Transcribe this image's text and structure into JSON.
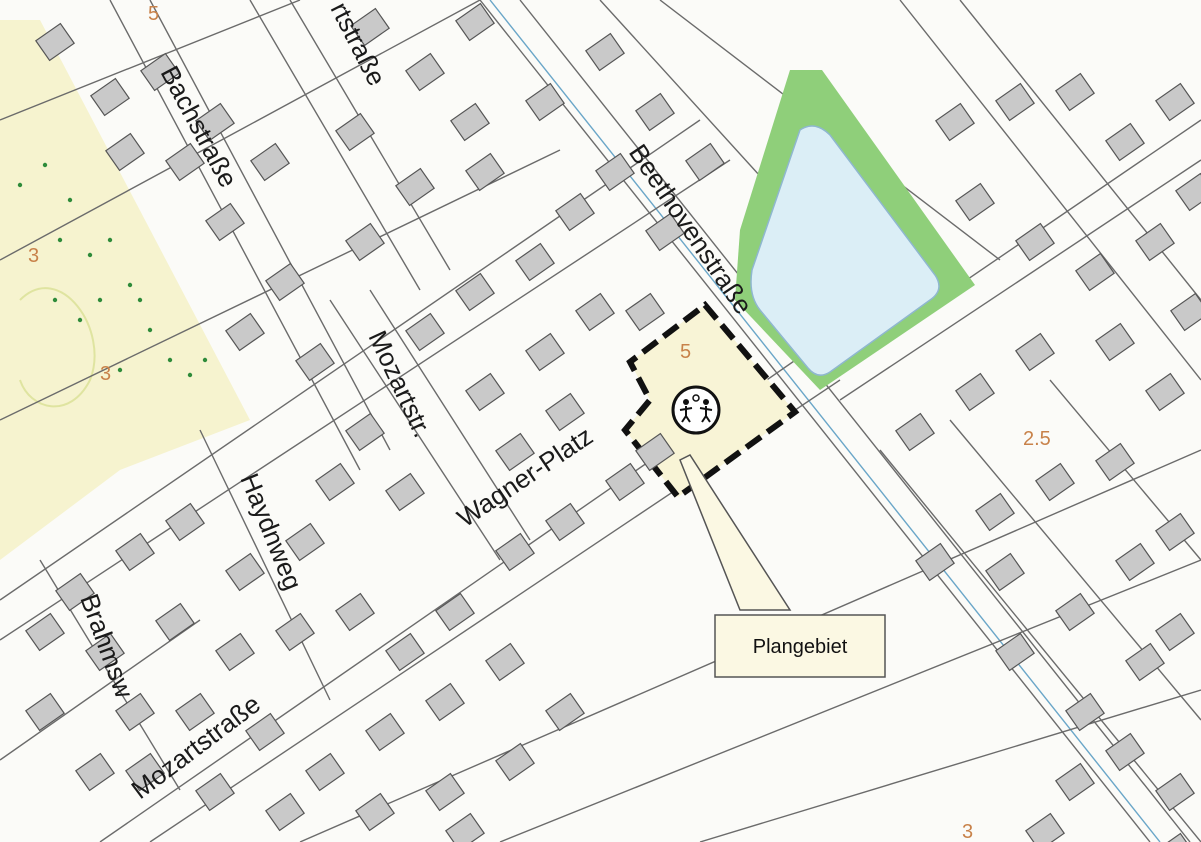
{
  "map": {
    "colors": {
      "background": "#fbfbf8",
      "forest_fill": "#f6f3cf",
      "forest_dots": "#2e8b3a",
      "parcel_line": "#6b6b6b",
      "building_fill": "#c9c9c9",
      "building_stroke": "#555555",
      "water_fill": "#dbeef6",
      "water_line": "#6aa6c8",
      "green_fill": "#8fcf7a",
      "plan_fill": "#f8f4d6",
      "plan_border": "#111111",
      "callout_fill": "#fbf8e3",
      "label_number": "#c8824a"
    },
    "streets": [
      {
        "key": "bach",
        "label": "Bachstraße"
      },
      {
        "key": "top",
        "label": "rtstraße"
      },
      {
        "key": "beethoven",
        "label": "Beethovenstraße"
      },
      {
        "key": "mozartstr",
        "label": "Mozartstr."
      },
      {
        "key": "wagner",
        "label": "Wagner-Platz"
      },
      {
        "key": "haydn",
        "label": "Haydnweg"
      },
      {
        "key": "brahms",
        "label": "Brahmsw"
      },
      {
        "key": "mozartstrasse",
        "label": "Mozartstraße"
      }
    ],
    "numbers": {
      "n5": "5",
      "n25": "2.5",
      "n3a": "3",
      "n3b": "3",
      "n3c": "3",
      "top5": "5"
    },
    "playground_icon": "playground-icon",
    "callout": {
      "label": "Plangebiet"
    }
  }
}
